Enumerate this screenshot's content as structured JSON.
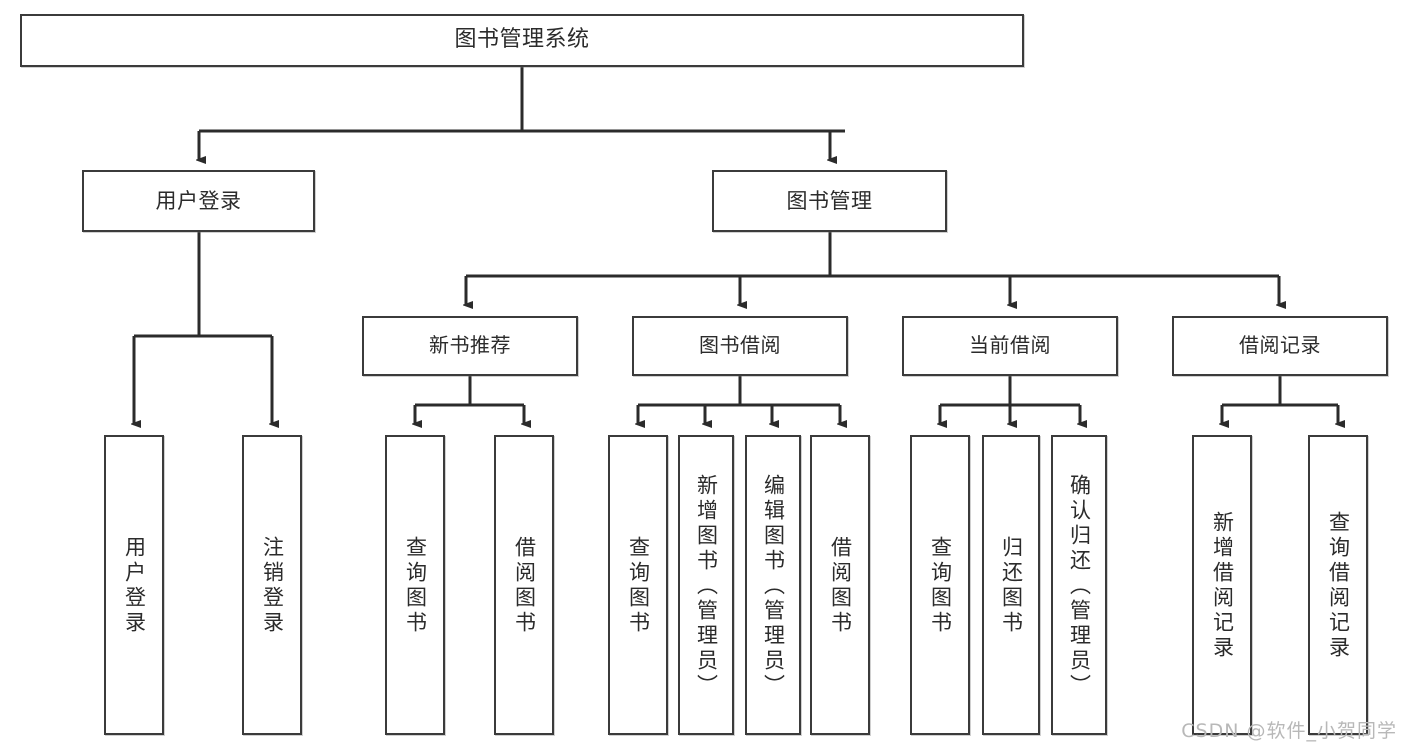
{
  "diagram": {
    "title": "图书管理系统",
    "type": "tree-hierarchy-diagram",
    "root": {
      "id": "root",
      "label": "图书管理系统"
    },
    "level2": [
      {
        "id": "user-login",
        "label": "用户登录"
      },
      {
        "id": "book-management",
        "label": "图书管理"
      }
    ],
    "level3": [
      {
        "id": "new-book-recommend",
        "label": "新书推荐"
      },
      {
        "id": "book-borrow",
        "label": "图书借阅"
      },
      {
        "id": "current-borrow",
        "label": "当前借阅"
      },
      {
        "id": "borrow-record",
        "label": "借阅记录"
      }
    ],
    "leaves": {
      "user_login": [
        {
          "id": "leaf-user-login",
          "label": "用户登录"
        },
        {
          "id": "leaf-logout-login",
          "label": "注销登录"
        }
      ],
      "new_book_recommend": [
        {
          "id": "leaf-query-book-1",
          "label": "查询图书"
        },
        {
          "id": "leaf-borrow-book-1",
          "label": "借阅图书"
        }
      ],
      "book_borrow": [
        {
          "id": "leaf-query-book-2",
          "label": "查询图书"
        },
        {
          "id": "leaf-add-book",
          "label": "新增图书（管理员）"
        },
        {
          "id": "leaf-edit-book",
          "label": "编辑图书（管理员）"
        },
        {
          "id": "leaf-borrow-book-2",
          "label": "借阅图书"
        }
      ],
      "current_borrow": [
        {
          "id": "leaf-query-book-3",
          "label": "查询图书"
        },
        {
          "id": "leaf-return-book",
          "label": "归还图书"
        },
        {
          "id": "leaf-confirm-return",
          "label": "确认归还（管理员）"
        }
      ],
      "borrow_record": [
        {
          "id": "leaf-add-record",
          "label": "新增借阅记录"
        },
        {
          "id": "leaf-query-record",
          "label": "查询借阅记录"
        }
      ]
    }
  },
  "watermark": {
    "text": "CSDN @软件_小贺同学"
  },
  "colors": {
    "border": "#3b3b3b",
    "text": "#2b2b2b",
    "background": "#ffffff",
    "connector": "#2b2b2b",
    "watermark": "#b8b8b8"
  }
}
